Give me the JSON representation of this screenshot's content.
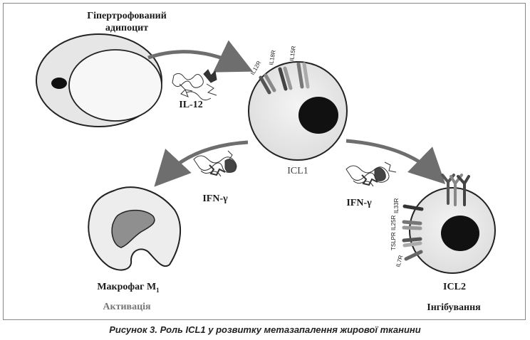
{
  "labels": {
    "adipocyte_line1": "Гіпертрофований",
    "adipocyte_line2": "адипоцит",
    "il12": "IL-12",
    "icl1": "ICL1",
    "ifn_left": "IFN-γ",
    "ifn_right": "IFN-γ",
    "macrophage": "Макрофаг М",
    "macrophage_sub": "1",
    "activation": "Активація",
    "icl2": "ICL2",
    "inhibition": "Інгібування"
  },
  "receptors_icl1": [
    "IL12R",
    "IL18R",
    "IL15R"
  ],
  "receptors_icl2": [
    "IL33R",
    "IL25R",
    "TSLPR",
    "IL7R"
  ],
  "caption": "Рисунок 3. Роль ICL1 у розвитку метазапалення жирової тканини"
}
